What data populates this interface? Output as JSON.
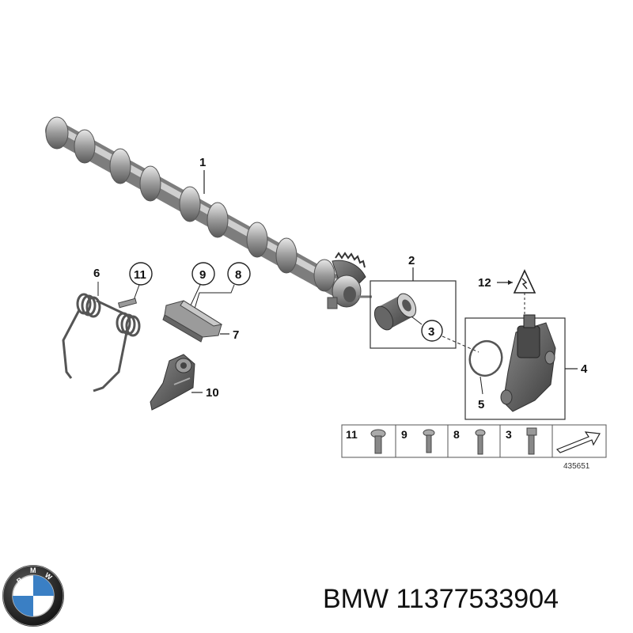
{
  "diagram": {
    "callouts": {
      "c1": "1",
      "c2": "2",
      "c3": "3",
      "c4": "4",
      "c5": "5",
      "c6": "6",
      "c7": "7",
      "c8": "8",
      "c9": "9",
      "c10": "10",
      "c11": "11",
      "c12": "12"
    },
    "fastener_table": {
      "cells": [
        {
          "number": "11"
        },
        {
          "number": "9"
        },
        {
          "number": "8"
        },
        {
          "number": "3"
        }
      ]
    },
    "diagram_number": "435651"
  },
  "footer": {
    "brand_text": "BMW 11377533904",
    "logo_letters": "BMW"
  }
}
